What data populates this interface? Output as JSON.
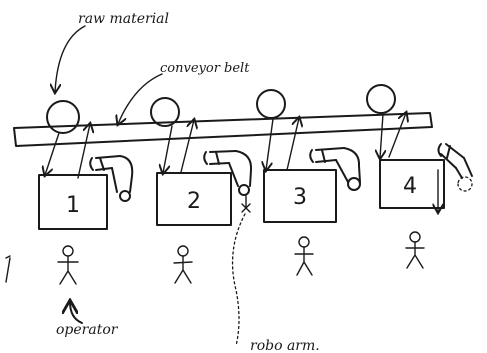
{
  "labels": {
    "raw_material": "raw material",
    "conveyor_belt": "conveyor belt",
    "operator": "operator",
    "robo_arm": "robo arm."
  },
  "stations": [
    {
      "number": "1"
    },
    {
      "number": "2"
    },
    {
      "number": "3"
    },
    {
      "number": "4"
    }
  ],
  "colors": {
    "ink": "#1a1a1a",
    "paper": "#ffffff"
  }
}
